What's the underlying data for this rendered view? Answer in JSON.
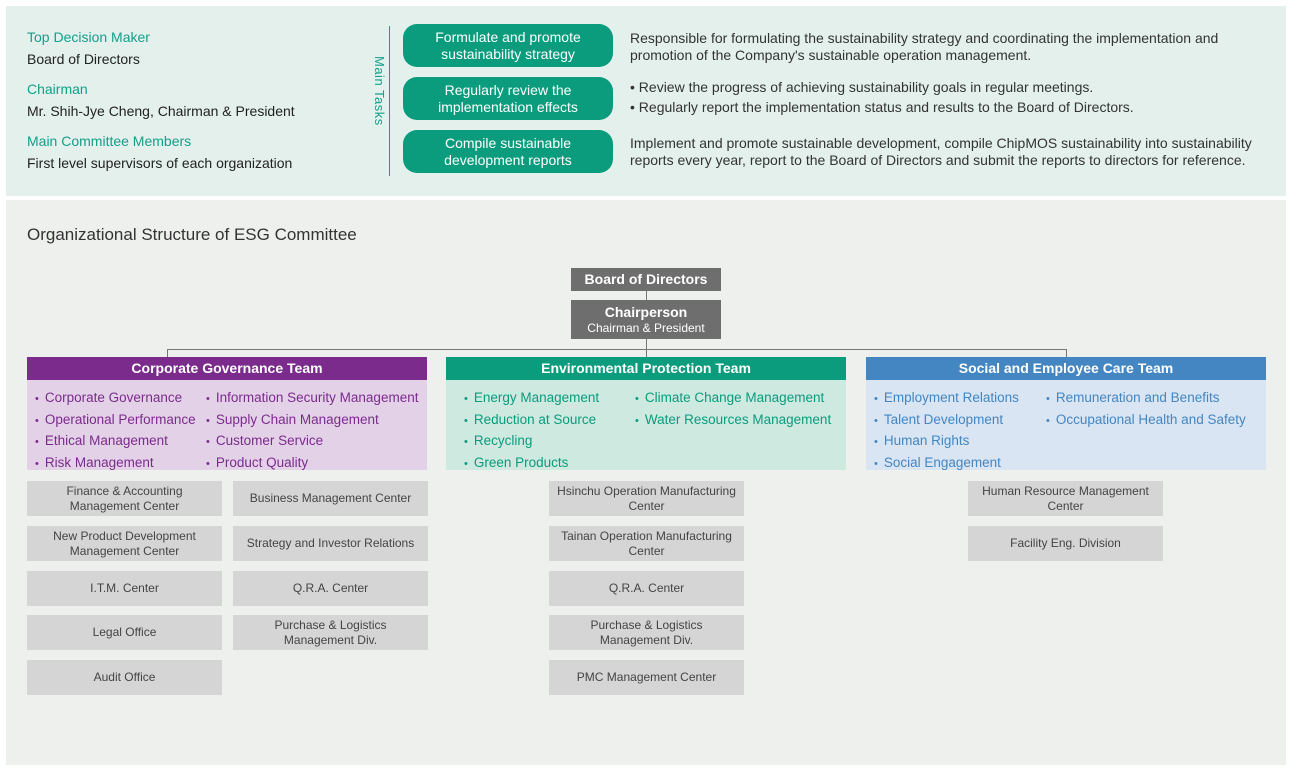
{
  "top": {
    "roles": [
      {
        "label": "Top Decision Maker",
        "value": "Board of Directors"
      },
      {
        "label": "Chairman",
        "value": "Mr. Shih-Jye Cheng, Chairman & President"
      },
      {
        "label": "Main Committee Members",
        "value": "First level supervisors of each organization"
      }
    ],
    "main_tasks_label": "Main Tasks",
    "tasks": [
      {
        "title": "Formulate and promote sustainability strategy",
        "desc": [
          "Responsible for formulating the sustainability strategy and coordinating the implementation and promotion of the Company's sustainable operation management."
        ]
      },
      {
        "title": "Regularly review the implementation effects",
        "desc": [
          "• Review the progress of achieving sustainability goals in regular meetings.",
          "• Regularly report the implementation status and results to the Board of Directors."
        ]
      },
      {
        "title": "Compile sustainable development reports",
        "desc": [
          "Implement and promote sustainable development, compile ChipMOS sustainability into sustainability reports every year, report to the Board of Directors and submit the reports to directors for reference."
        ]
      }
    ]
  },
  "org": {
    "title": "Organizational Structure of ESG Committee",
    "board": "Board of Directors",
    "chair_title": "Chairperson",
    "chair_sub": "Chairman & President",
    "teams": [
      {
        "name": "Corporate Governance Team",
        "col1": [
          "Corporate Governance",
          "Operational Performance",
          "Ethical Management",
          "Risk Management"
        ],
        "col2": [
          "Information Security Management",
          "Supply Chain Management",
          "Customer Service",
          "Product Quality"
        ],
        "depts_left": [
          "Finance & Accounting Management Center",
          "New Product Development Management Center",
          "I.T.M. Center",
          "Legal Office",
          "Audit Office"
        ],
        "depts_right": [
          "Business Management Center",
          "Strategy and Investor Relations",
          "Q.R.A. Center",
          "Purchase & Logistics Management Div."
        ]
      },
      {
        "name": "Environmental Protection Team",
        "col1": [
          "Energy Management",
          "Reduction at Source",
          "Recycling",
          "Green Products"
        ],
        "col2": [
          "Climate Change Management",
          "Water Resources Management"
        ],
        "depts": [
          "Hsinchu Operation Manufacturing Center",
          "Tainan Operation Manufacturing Center",
          "Q.R.A. Center",
          "Purchase & Logistics Management Div.",
          "PMC Management Center"
        ]
      },
      {
        "name": "Social and Employee Care Team",
        "col1": [
          "Employment Relations",
          "Talent Development",
          "Human Rights",
          "Social Engagement"
        ],
        "col2": [
          "Remuneration and Benefits",
          "Occupational Health and Safety"
        ],
        "depts": [
          "Human Resource Management Center",
          "Facility Eng. Division"
        ]
      }
    ]
  },
  "colors": {
    "governance": "#7b2b8c",
    "environment": "#0a9c7c",
    "social": "#4386c2",
    "accent": "#13a08a"
  }
}
